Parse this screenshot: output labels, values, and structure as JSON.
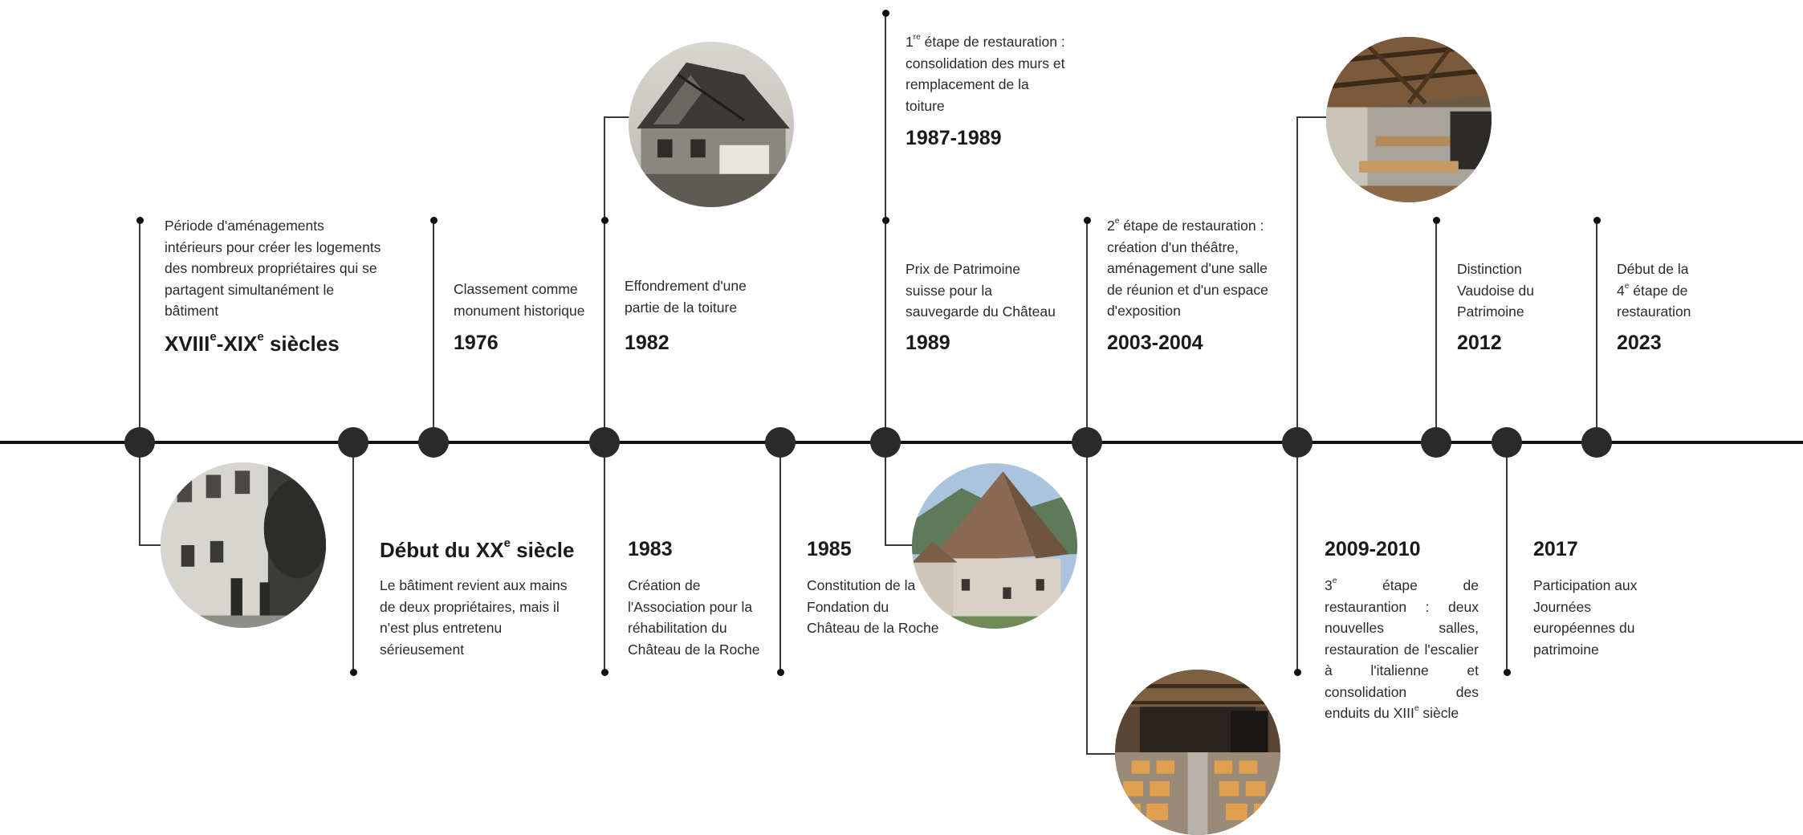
{
  "events": [
    {
      "id": "xviii",
      "period_main": "XVIII",
      "period_sup": "e",
      "period_sep": "-XIX",
      "period_sup2": "e",
      "period_tail": " siècles",
      "desc": "Période d'aménagements intérieurs pour créer les logements des nombreux propriétaires qui se partagent simultanément le bâtiment"
    },
    {
      "id": "1976",
      "year": "1976",
      "desc": "Classement comme monument historique"
    },
    {
      "id": "1982",
      "year": "1982",
      "desc": "Effondrement d'une partie de la toiture"
    },
    {
      "id": "1987",
      "year": "1987-1989",
      "desc_prefix": "1",
      "desc_sup": "re",
      "desc_rest": " étape de restauration : consolidation des murs et remplacement de la toiture"
    },
    {
      "id": "1989",
      "year": "1989",
      "desc": "Prix de Patrimoine suisse pour la sauvegarde du Château"
    },
    {
      "id": "2003",
      "year": "2003-2004",
      "desc_prefix": "2",
      "desc_sup": "e",
      "desc_rest": " étape de restauration : création d'un théâtre, aménagement d'une salle de réunion et d'un espace d'exposition"
    },
    {
      "id": "2012",
      "year": "2012",
      "desc": "Distinction Vaudoise du Patrimoine"
    },
    {
      "id": "2023",
      "year": "2023",
      "desc_a": "Début de la 4",
      "desc_sup": "e",
      "desc_b": " étape de restauration"
    },
    {
      "id": "xx",
      "period_main": "Début du XX",
      "period_sup": "e",
      "period_tail": " siècle",
      "desc": "Le bâtiment revient aux mains de deux propriétaires, mais il n'est plus entretenu sérieusement"
    },
    {
      "id": "1983",
      "year": "1983",
      "desc": "Création de l'Association pour la réhabilitation du Château de la Roche"
    },
    {
      "id": "1985",
      "year": "1985",
      "desc": "Constitution de la Fondation du Château de la Roche"
    },
    {
      "id": "2009",
      "year": "2009-2010",
      "desc_prefix": "3",
      "desc_sup": "e",
      "desc_rest": " étape de restaurantion : deux nouvelles salles, restauration de l'escalier à l'italienne et consolidation des enduits du XIII",
      "desc_sup2": "e",
      "desc_tail": " siècle"
    },
    {
      "id": "2017",
      "year": "2017",
      "desc": "Participation aux Journées européennes du patrimoine"
    }
  ],
  "photos": [
    {
      "id": "roof-collapse",
      "icon": "collapsed-roof-photo"
    },
    {
      "id": "restaurant",
      "icon": "restaurant-hall-photo"
    },
    {
      "id": "facade",
      "icon": "old-facade-photo"
    },
    {
      "id": "chateau",
      "icon": "chateau-exterior-photo"
    },
    {
      "id": "theatre",
      "icon": "theatre-seating-photo"
    }
  ],
  "colors": {
    "axis": "#111111",
    "dot": "#2a2a2a",
    "text": "#1e1e1e"
  }
}
